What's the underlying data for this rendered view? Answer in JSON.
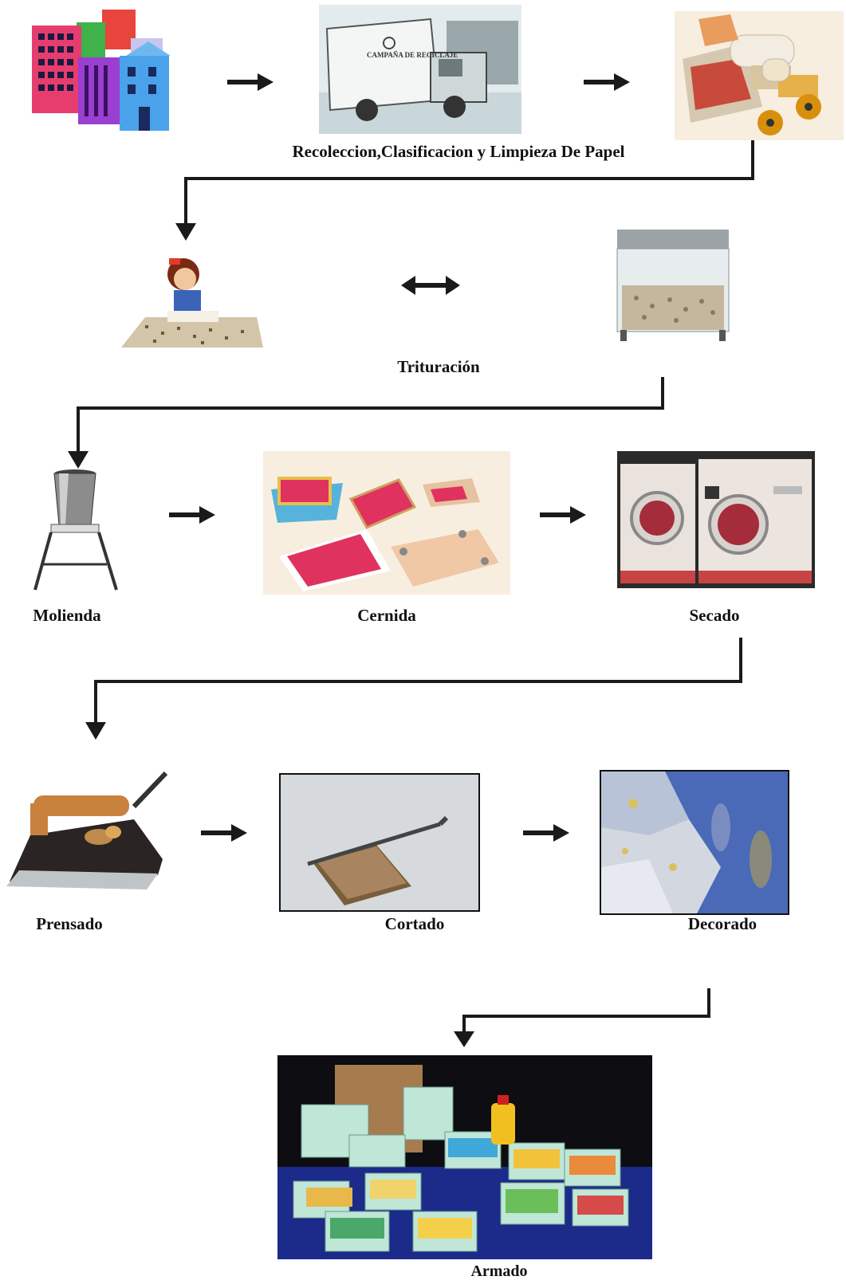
{
  "steps": {
    "recoleccion": "Recoleccion,Clasificacion y Limpieza De Papel",
    "trituracion": "Trituración",
    "molienda": "Molienda",
    "cernida": "Cernida",
    "secado": "Secado",
    "prensado": "Prensado",
    "cortado": "Cortado",
    "decorado": "Decorado",
    "armado": "Armado"
  },
  "truck_sign": "CAMPAÑA DE RECICLAJE",
  "icons": {
    "buildings": "city-buildings-illustration",
    "truck": "recycling-truck-photo",
    "paper": "waste-paper-pile-photo",
    "girl": "girl-tearing-paper-illustration",
    "shredder": "paper-shredder-photo",
    "blender": "blender-photo",
    "screens": "paper-screening-illustration",
    "dryers": "industrial-dryers-photo",
    "iron": "clothes-iron-photo",
    "cutter": "paper-guillotine-photo",
    "decor": "decorated-paper-photo",
    "boxes": "decorated-boxes-photo"
  },
  "colors": {
    "arrow": "#1a1a1a",
    "line": "#1a1a1a"
  }
}
